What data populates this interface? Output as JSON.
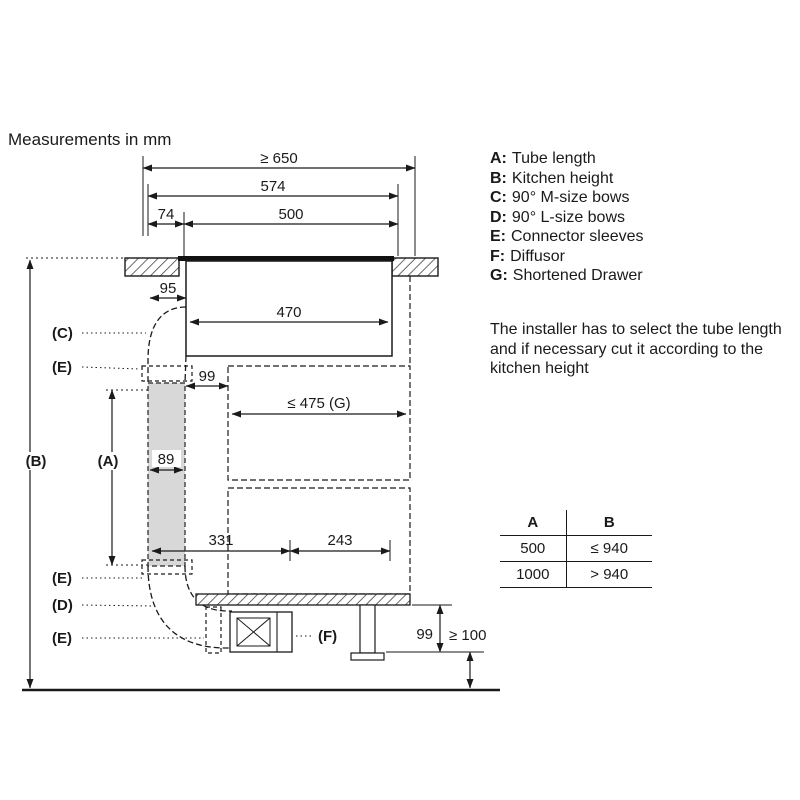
{
  "title": "Measurements in mm",
  "legend": {
    "items": [
      {
        "key": "A:",
        "label": "Tube length"
      },
      {
        "key": "B:",
        "label": "Kitchen height"
      },
      {
        "key": "C:",
        "label": "90° M-size bows"
      },
      {
        "key": "D:",
        "label": "90° L-size bows"
      },
      {
        "key": "E:",
        "label": "Connector sleeves"
      },
      {
        "key": "F:",
        "label": "Diffusor"
      },
      {
        "key": "G:",
        "label": "Shortened Drawer"
      }
    ]
  },
  "note": "The installer has to select the tube length and if necessary cut it according to the kitchen height",
  "table": {
    "headers": [
      "A",
      "B"
    ],
    "rows": [
      [
        "500",
        "≤ 940"
      ],
      [
        "1000",
        "> 940"
      ]
    ]
  },
  "dims": {
    "min_width": "≥ 650",
    "d574": "574",
    "d74": "74",
    "d500": "500",
    "d95": "95",
    "d470": "470",
    "d99_top": "99",
    "drawer_g": "≤ 475 (G)",
    "d89": "89",
    "d331": "331",
    "d243": "243",
    "d99_bottom": "99",
    "floor_clearance": "≥ 100"
  },
  "marks": {
    "a": "(A)",
    "b": "(B)",
    "c": "(C)",
    "d": "(D)",
    "e": "(E)",
    "f": "(F)"
  },
  "colors": {
    "ink": "#1a1a1a",
    "tube_fill": "#d8d8d8"
  }
}
